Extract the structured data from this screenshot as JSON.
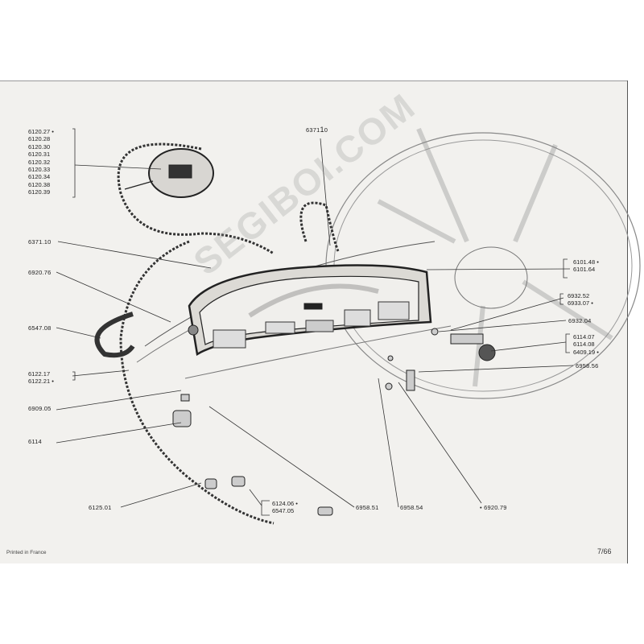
{
  "labels": {
    "top_group": [
      "6120.27 •",
      "6120.28",
      "6120.30",
      "6120.31",
      "6120.32",
      "6120.33",
      "6120.34",
      "6120.38",
      "6120.39"
    ],
    "part_6371_10_top": "6371",
    "part_6371_10_top_suffix": "0",
    "part_6371_10_left": "6371.10",
    "part_6920_76": "6920.76",
    "part_6547_08": "6547.08",
    "group_6122": [
      "6122.17",
      "6122.21 •"
    ],
    "part_6909_05": "6909.05",
    "part_6114": "6114",
    "part_6125_01": "6125.01",
    "group_6124": [
      "6124.06 •",
      "6547.05"
    ],
    "part_6958_51": "6958.51",
    "part_6958_54": "6958.54",
    "part_6920_79": "• 6920.79",
    "group_6101": [
      "6101.48 •",
      "6101.64"
    ],
    "group_6932": [
      "6932.52",
      "6933.07 •"
    ],
    "part_6932_04": "6932.04",
    "group_6114": [
      "6114.07",
      "6114.08",
      "6409.19 •"
    ],
    "part_6958_56": "6958.56"
  },
  "footer": {
    "printed": "Printed in France",
    "page": "7/66"
  },
  "watermark": "SEGIBOI.COM",
  "colors": {
    "paper": "#f2f1ee",
    "ink": "#222222"
  }
}
